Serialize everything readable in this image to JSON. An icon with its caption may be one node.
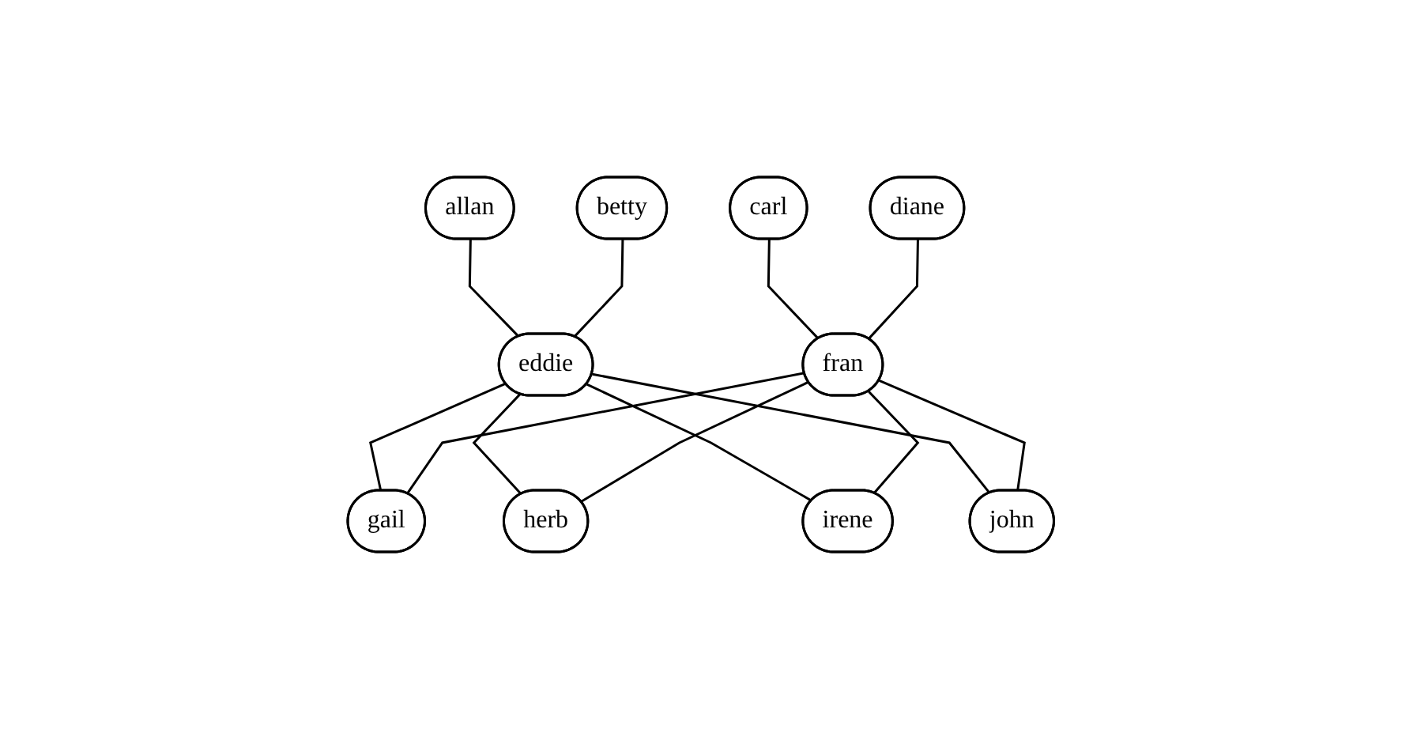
{
  "diagram": {
    "nodes": [
      {
        "text": [
          "allan"
        ]
      },
      {
        "text": [
          "betty"
        ]
      },
      {
        "text": [
          "carl"
        ]
      },
      {
        "text": [
          "diane"
        ]
      },
      {
        "text": [
          "eddie"
        ]
      },
      {
        "text": [
          "fran"
        ]
      },
      {
        "text": [
          "gail"
        ]
      },
      {
        "text": [
          "herb"
        ]
      },
      {
        "text": [
          "irene"
        ]
      },
      {
        "text": [
          "john"
        ]
      }
    ],
    "edges": [
      {
        "from": 0,
        "to": 4,
        "arrow": "none"
      },
      {
        "from": 1,
        "to": 4,
        "arrow": "none"
      },
      {
        "from": 2,
        "to": 5,
        "arrow": "none"
      },
      {
        "from": 3,
        "to": 5,
        "arrow": "none"
      },
      {
        "from": 4,
        "to": 6,
        "arrow": "none"
      },
      {
        "from": 4,
        "to": 7,
        "arrow": "none"
      },
      {
        "from": 4,
        "to": 8,
        "arrow": "none"
      },
      {
        "from": 4,
        "to": 9,
        "arrow": "none"
      },
      {
        "from": 5,
        "to": 6,
        "arrow": "none"
      },
      {
        "from": 5,
        "to": 7,
        "arrow": "none"
      },
      {
        "from": 5,
        "to": 8,
        "arrow": "none"
      },
      {
        "from": 5,
        "to": 9,
        "arrow": "none"
      }
    ]
  }
}
